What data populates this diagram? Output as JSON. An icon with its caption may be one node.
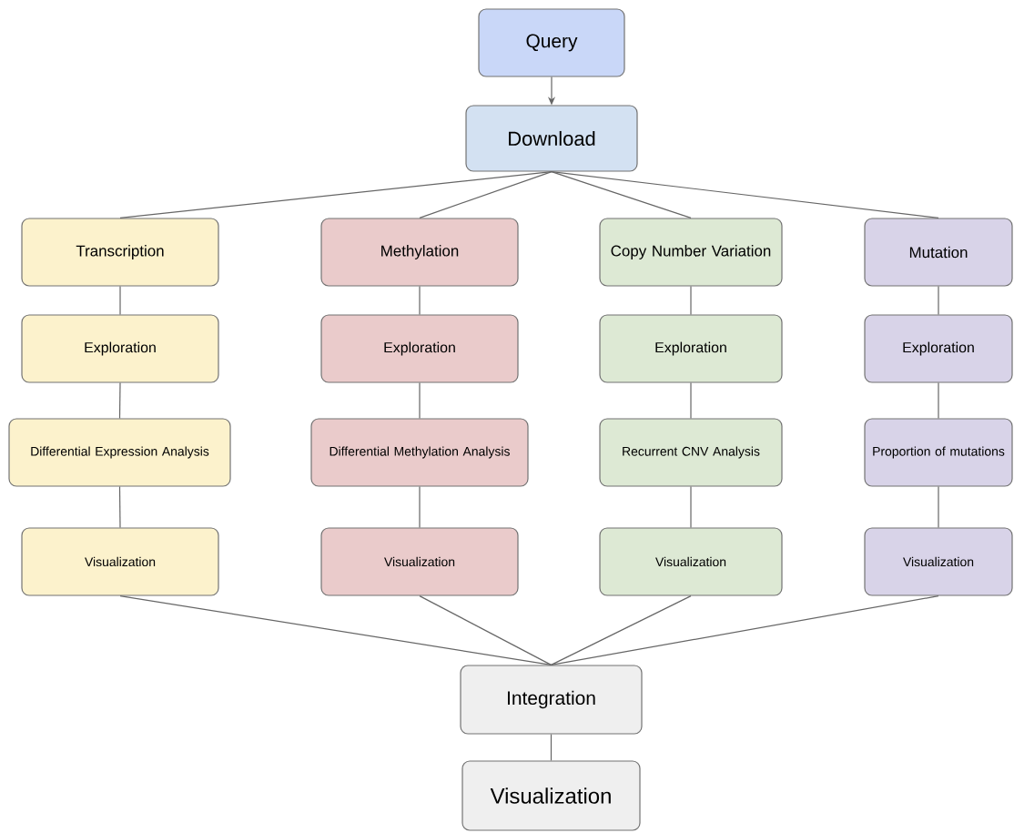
{
  "diagram": {
    "nodes": [
      {
        "text": [
          "Query"
        ]
      },
      {
        "text": [
          "Download"
        ]
      },
      {
        "text": [
          "Transcription"
        ]
      },
      {
        "text": [
          "Methylation"
        ]
      },
      {
        "text": [
          "Copy Number Variation"
        ]
      },
      {
        "text": [
          "Mutation"
        ]
      },
      {
        "text": [
          "Exploration"
        ]
      },
      {
        "text": [
          "Exploration"
        ]
      },
      {
        "text": [
          "Exploration"
        ]
      },
      {
        "text": [
          "Exploration"
        ]
      },
      {
        "text": [
          "Differential Expression Analysis"
        ]
      },
      {
        "text": [
          "Differential Methylation Analysis"
        ]
      },
      {
        "text": [
          "Recurrent CNV Analysis"
        ]
      },
      {
        "text": [
          "Proportion of mutations"
        ]
      },
      {
        "text": [
          "Visualization"
        ]
      },
      {
        "text": [
          "Visualization"
        ]
      },
      {
        "text": [
          "Visualization"
        ]
      },
      {
        "text": [
          "Visualization"
        ]
      },
      {
        "text": [
          "Integration"
        ]
      },
      {
        "text": [
          "Visualization"
        ]
      }
    ],
    "edges": [
      {
        "from": 0,
        "to": 1,
        "arrow": "to"
      },
      {
        "from": 1,
        "to": 2,
        "arrow": "none"
      },
      {
        "from": 1,
        "to": 3,
        "arrow": "none"
      },
      {
        "from": 1,
        "to": 4,
        "arrow": "none"
      },
      {
        "from": 1,
        "to": 5,
        "arrow": "none"
      },
      {
        "from": 2,
        "to": 6,
        "arrow": "none"
      },
      {
        "from": 3,
        "to": 7,
        "arrow": "none"
      },
      {
        "from": 4,
        "to": 8,
        "arrow": "none"
      },
      {
        "from": 5,
        "to": 9,
        "arrow": "none"
      },
      {
        "from": 6,
        "to": 10,
        "arrow": "none"
      },
      {
        "from": 7,
        "to": 11,
        "arrow": "none"
      },
      {
        "from": 8,
        "to": 12,
        "arrow": "none"
      },
      {
        "from": 9,
        "to": 13,
        "arrow": "none"
      },
      {
        "from": 10,
        "to": 14,
        "arrow": "none"
      },
      {
        "from": 11,
        "to": 15,
        "arrow": "none"
      },
      {
        "from": 12,
        "to": 16,
        "arrow": "none"
      },
      {
        "from": 13,
        "to": 17,
        "arrow": "none"
      },
      {
        "from": 14,
        "to": 18,
        "arrow": "none"
      },
      {
        "from": 15,
        "to": 18,
        "arrow": "none"
      },
      {
        "from": 16,
        "to": 18,
        "arrow": "none"
      },
      {
        "from": 17,
        "to": 18,
        "arrow": "none"
      },
      {
        "from": 18,
        "to": 19,
        "arrow": "none"
      }
    ]
  }
}
